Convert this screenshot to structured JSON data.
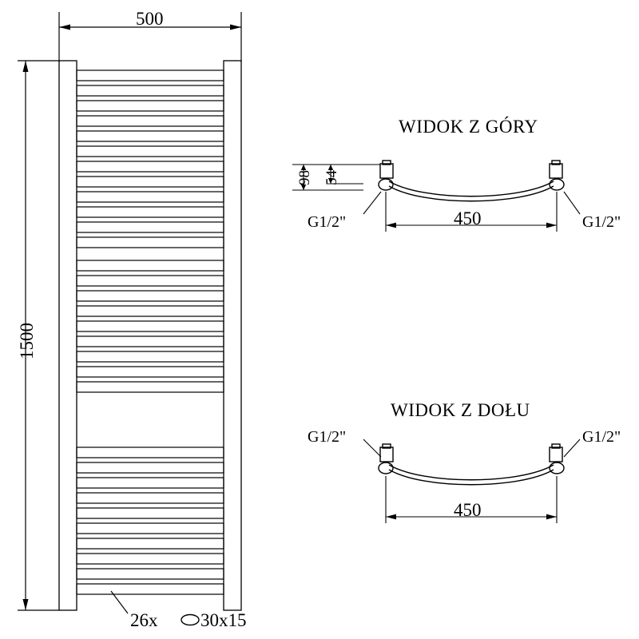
{
  "diagram": {
    "type": "technical-drawing",
    "subject": "towel-radiator",
    "front_view": {
      "width_label": "500",
      "height_label": "1500",
      "bottom_note": "26x",
      "bottom_note_dims": "30x15",
      "element_count": 26
    },
    "top_view": {
      "title": "WIDOK Z GÓRY",
      "depth_outer": "98",
      "depth_inner": "54",
      "center_distance": "450",
      "left_connector": "G1/2\"",
      "right_connector": "G1/2\""
    },
    "bottom_view": {
      "title": "WIDOK Z DOŁU",
      "center_distance": "450",
      "left_connector": "G1/2\"",
      "right_connector": "G1/2\""
    },
    "colors": {
      "line": "#000000",
      "background": "#ffffff"
    }
  }
}
